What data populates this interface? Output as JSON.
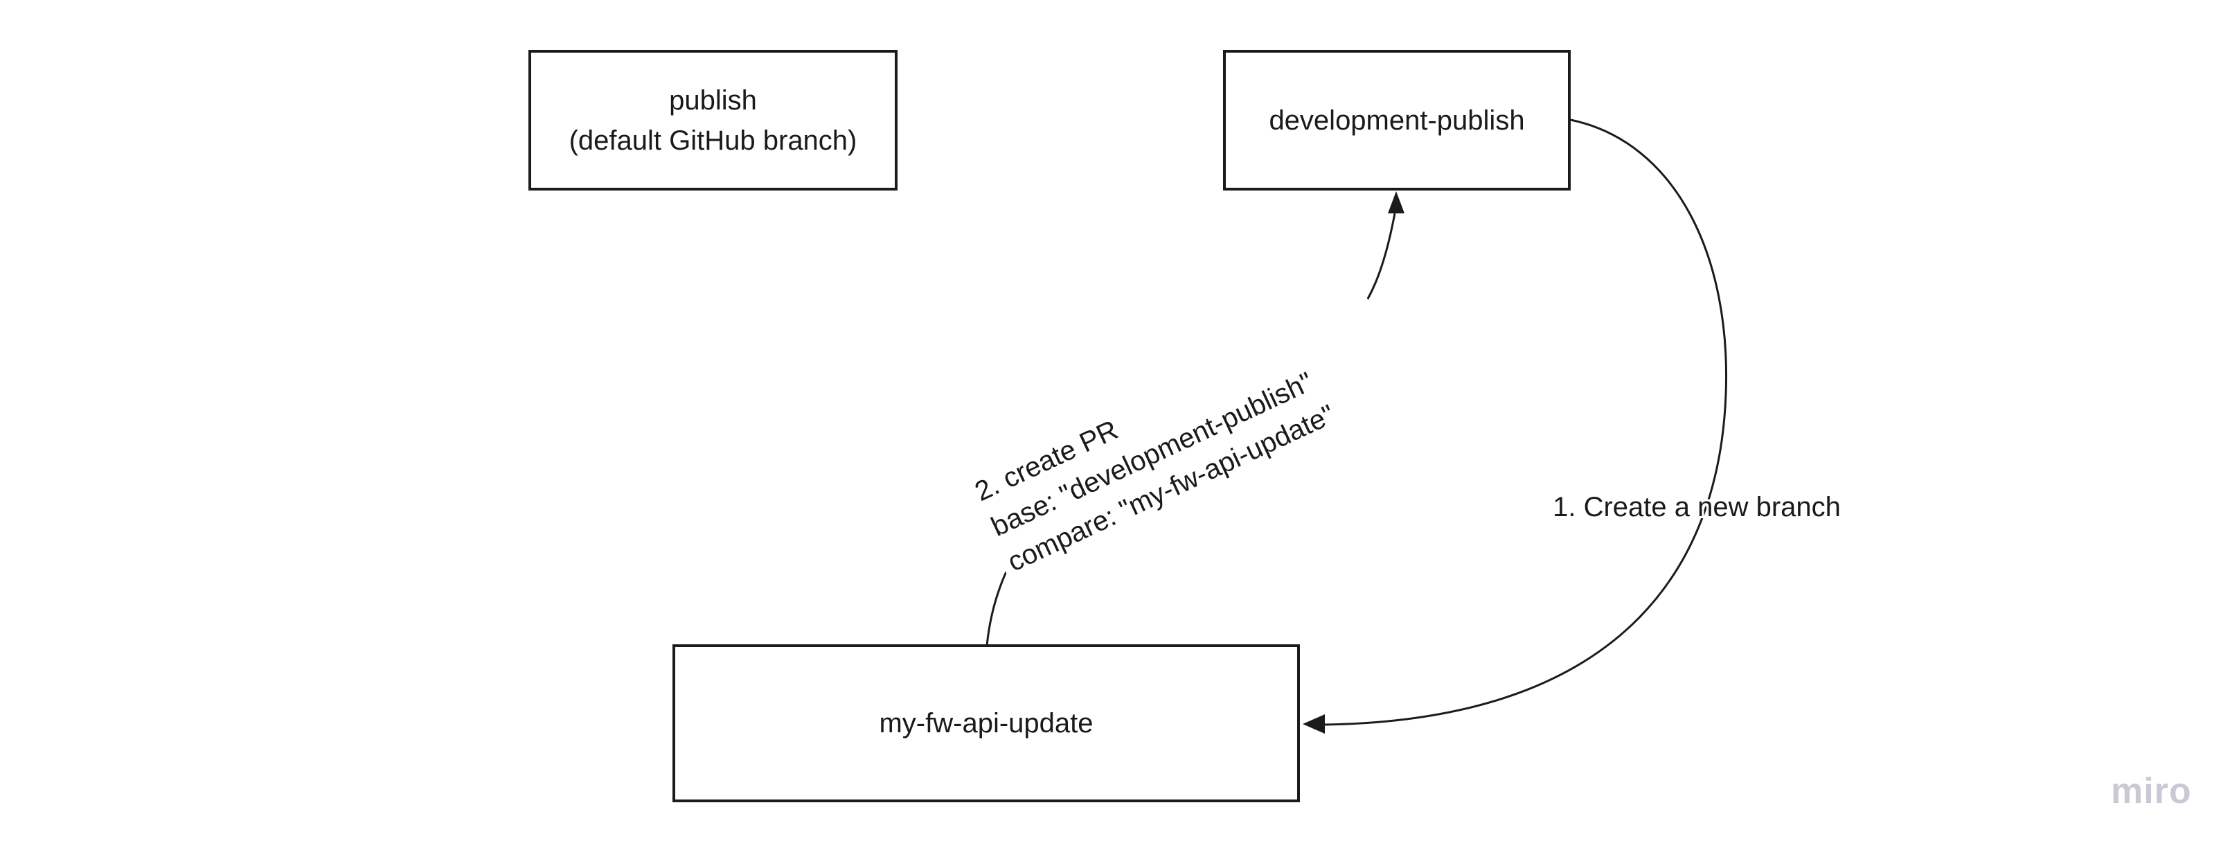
{
  "board": {
    "background": "#ffffff",
    "stroke_color": "#1b1b1b",
    "text_color": "#1a1a1a"
  },
  "shapes": [
    {
      "name": "publish",
      "label": "publish\n(default GitHub branch)"
    },
    {
      "name": "development-publish",
      "label": "development-publish"
    },
    {
      "name": "my-fw-api-update",
      "label": "my-fw-api-update"
    }
  ],
  "connectors": [
    {
      "name": "create-branch",
      "label": "1. Create a new branch"
    },
    {
      "name": "create-pr",
      "label": "2. create PR\nbase: \"development-publish\"\ncompare: \"my-fw-api-update\""
    }
  ],
  "watermark": {
    "text": "miro",
    "color": "#c9c9d4"
  }
}
